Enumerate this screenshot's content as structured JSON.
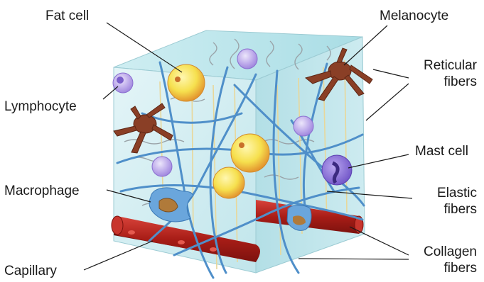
{
  "labels": {
    "fat_cell": "Fat cell",
    "melanocyte": "Melanocyte",
    "lymphocyte": "Lymphocyte",
    "reticular_fibers_1": "Reticular",
    "reticular_fibers_2": "fibers",
    "mast_cell": "Mast cell",
    "macrophage": "Macrophage",
    "elastic_fibers_1": "Elastic",
    "elastic_fibers_2": "fibers",
    "capillary": "Capillary",
    "collagen_fibers_1": "Collagen",
    "collagen_fibers_2": "fibers"
  },
  "colors": {
    "tissue_block": "#bfe6ec",
    "collagen_fiber": "#4f8fc9",
    "reticular_fiber": "#9aa3a8",
    "elastic_fiber": "#e8d79a",
    "fat_cell": "#f2e04a",
    "melanocyte": "#8a3f26",
    "lymphocyte": "#b39fe0",
    "mast_cell": "#7a5fcf",
    "macrophage": "#6aa6dc",
    "capillary": "#b5261e"
  }
}
